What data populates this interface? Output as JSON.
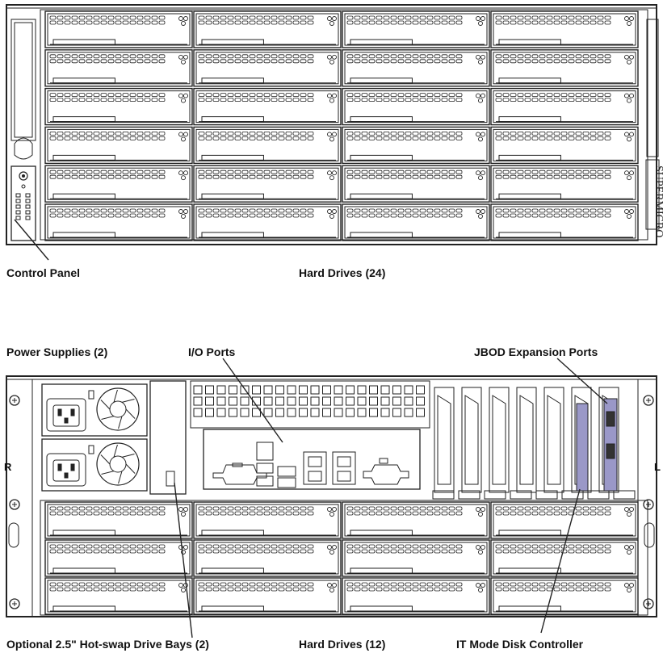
{
  "front": {
    "brand": "SUPERMICRO",
    "labels": {
      "control_panel": "Control Panel",
      "hard_drives": "Hard Drives (24)"
    },
    "drive_rows": 6,
    "drive_cols": 4
  },
  "rear": {
    "labels": {
      "power_supplies": "Power Supplies (2)",
      "io_ports": "I/O Ports",
      "jbod": "JBOD Expansion Ports",
      "optional_bays": "Optional 2.5\" Hot-swap Drive Bays (2)",
      "hard_drives": "Hard Drives (12)",
      "it_mode": "IT Mode Disk Controller"
    },
    "side_labels": {
      "right": "R",
      "left": "L"
    },
    "drive_rows": 3,
    "drive_cols": 4
  },
  "colors": {
    "line": "#222222",
    "controller": "#9a98c8"
  }
}
